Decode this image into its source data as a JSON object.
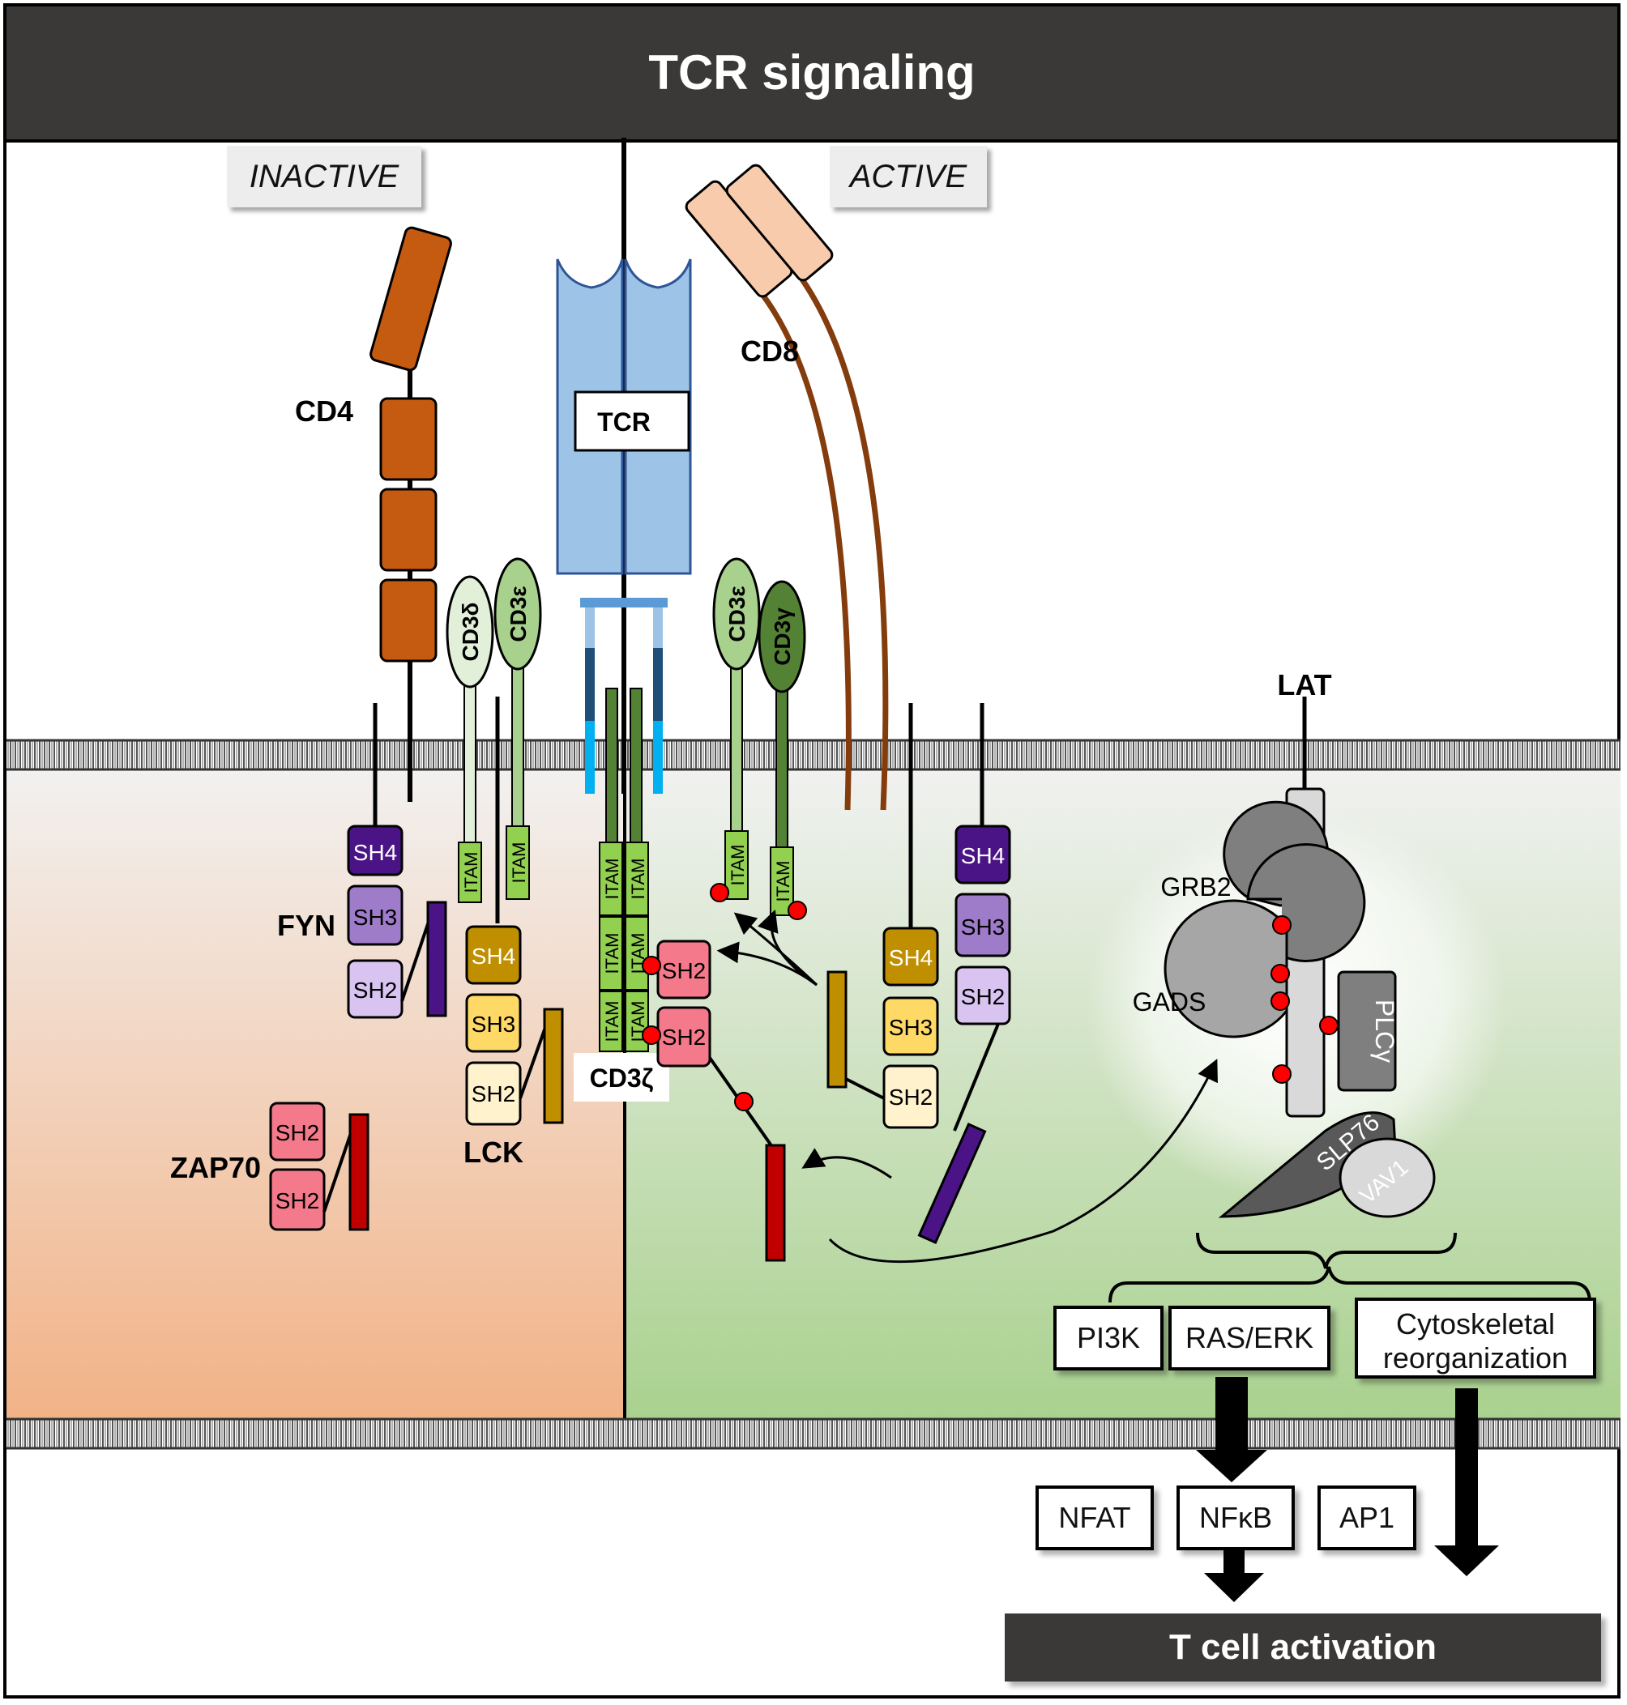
{
  "title": "TCR signaling",
  "states": {
    "inactive": "INACTIVE",
    "active": "ACTIVE"
  },
  "receptors": {
    "cd4": "CD4",
    "tcr": "TCR",
    "cd8": "CD8",
    "cd3_delta": "CD3δ",
    "cd3_epsilon": "CD3ε",
    "cd3_gamma": "CD3γ",
    "cd3_zeta": "CD3ζ",
    "lat": "LAT"
  },
  "domains": {
    "sh2": "SH2",
    "sh3": "SH3",
    "sh4": "SH4",
    "itam": "ITAM"
  },
  "kinases": {
    "fyn": "FYN",
    "lck": "LCK",
    "zap70": "ZAP70"
  },
  "adaptors": {
    "grb2": "GRB2",
    "gads": "GADS",
    "plcg": "PLCγ",
    "slp76": "SLP76",
    "vav1": "VAV1"
  },
  "pathways": {
    "pi3k": "PI3K",
    "ras_erk": "RAS/ERK",
    "cytoskeletal_line1": "Cytoskeletal",
    "cytoskeletal_line2": "reorganization"
  },
  "transcription_factors": {
    "nfat": "NFAT",
    "nfkb": "NFκB",
    "ap1": "AP1"
  },
  "outcome": "T cell activation",
  "colors": {
    "header_bg": "#3b3937",
    "inactive_cytoplasm": "#f2b286",
    "active_cytoplasm": "#a9d18e",
    "cd4": "#c55a11",
    "tcr": "#9dc3e6",
    "cd8": "#f8cbad",
    "cd3_delta": "#e2f0d9",
    "cd3_epsilon": "#a9d18e",
    "cd3_gamma": "#548235",
    "itam": "#92d050",
    "fyn_sh4": "#4a1486",
    "fyn_sh3": "#9e7cc9",
    "fyn_sh2": "#d9c3f0",
    "lck_sh4": "#bf8f00",
    "lck_sh3": "#ffd966",
    "lck_sh2": "#fff2cc",
    "zap70": "#f4798a",
    "zap70_kinase": "#c00000",
    "phospho": "#ff0000",
    "lat": "#d9d9d9"
  }
}
